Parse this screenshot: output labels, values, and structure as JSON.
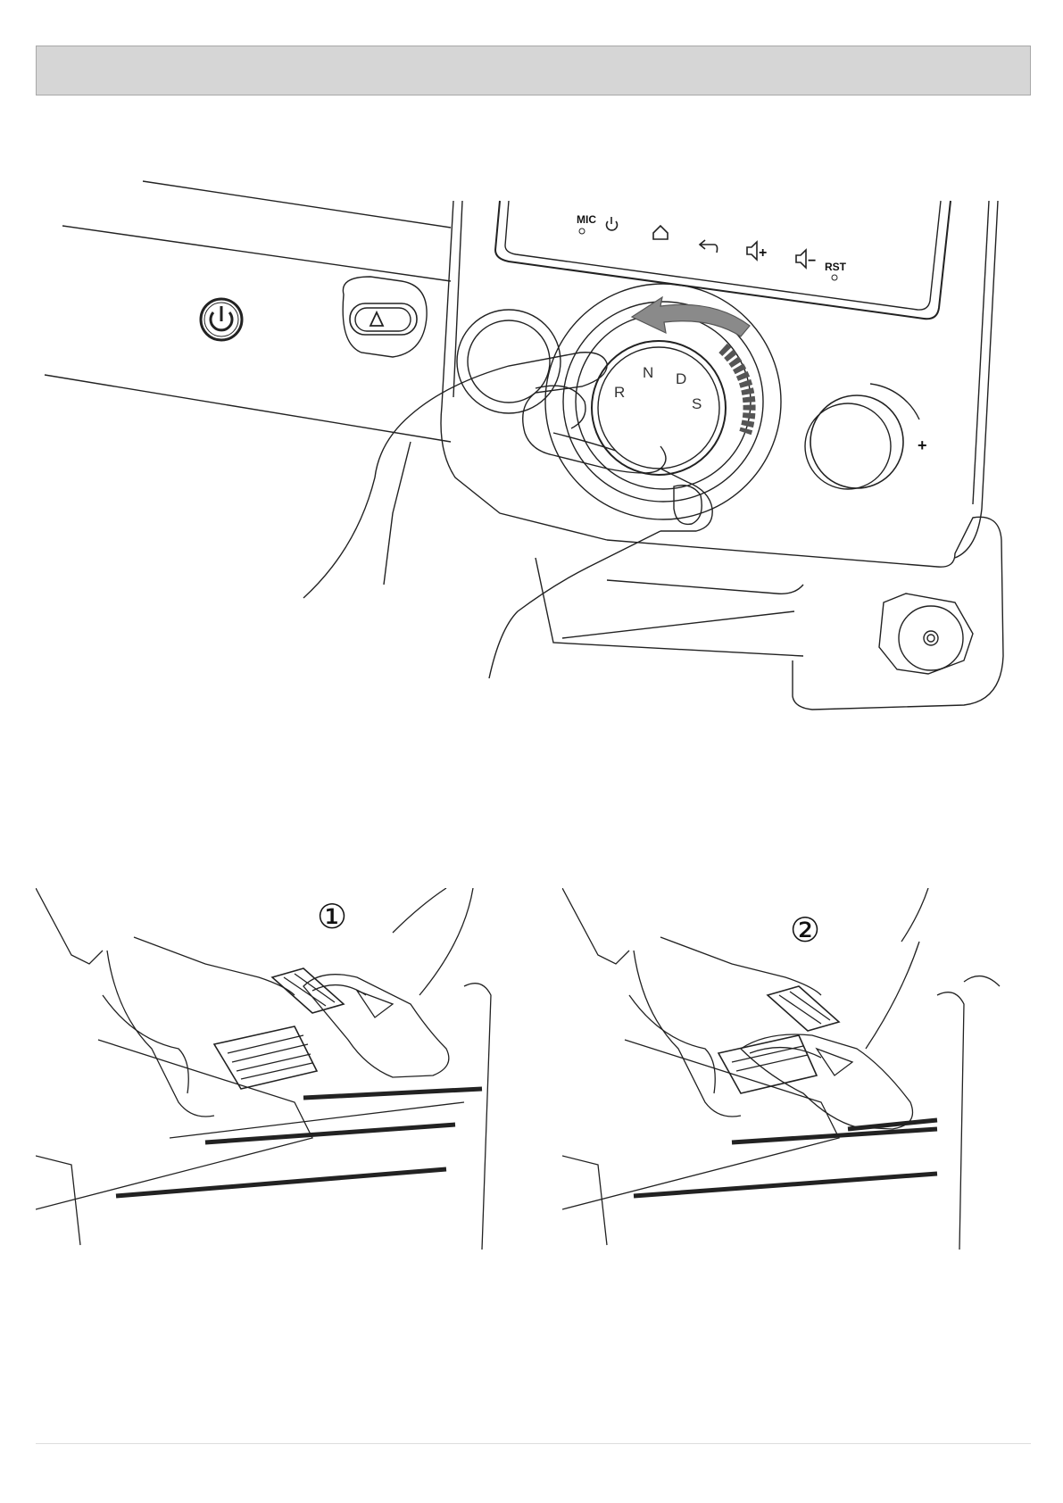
{
  "header": {
    "title": ""
  },
  "console": {
    "buttons": {
      "mic": "MIC",
      "rst": "RST",
      "vol_up": "+",
      "vol_down": "−"
    },
    "gear_selector": {
      "positions": [
        "R",
        "N",
        "D",
        "S"
      ],
      "direction": "counter-clockwise"
    },
    "right_knob_label": "+"
  },
  "steps": [
    {
      "number": "①"
    },
    {
      "number": "②"
    }
  ],
  "colors": {
    "header_bg": "#d6d6d6",
    "line": "#222222",
    "arrow": "#8a8a8a"
  }
}
